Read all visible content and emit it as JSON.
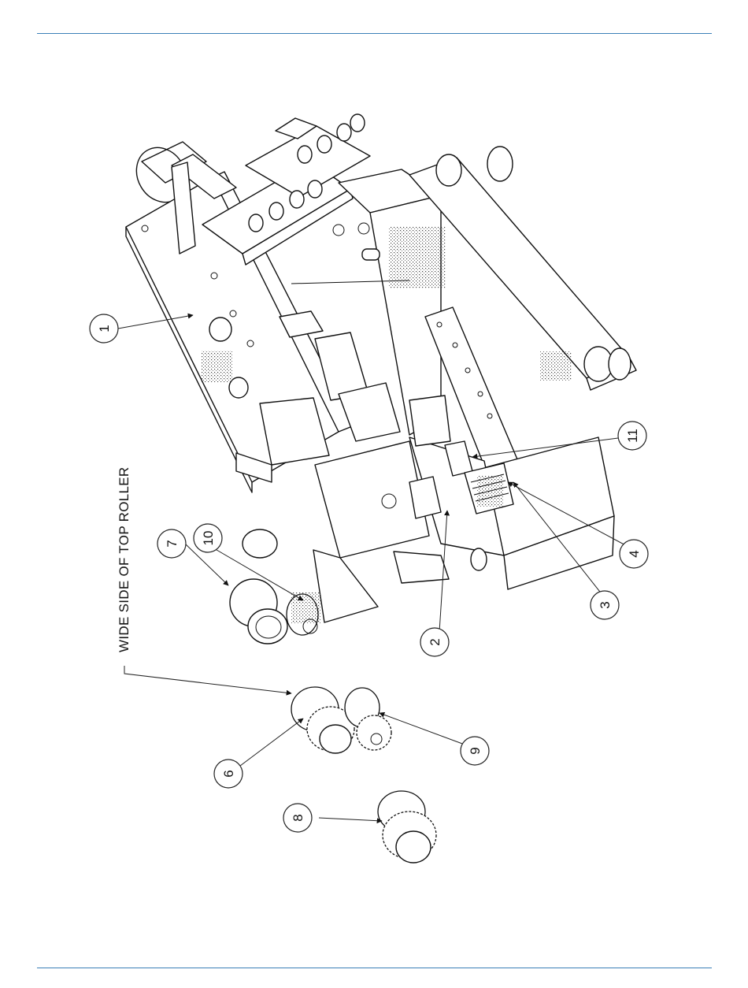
{
  "diagram": {
    "side_label": "WIDE SIDE OF TOP ROLLER",
    "callouts": [
      {
        "id": "c1",
        "number": "1"
      },
      {
        "id": "c2",
        "number": "2"
      },
      {
        "id": "c3",
        "number": "3"
      },
      {
        "id": "c4",
        "number": "4"
      },
      {
        "id": "c6",
        "number": "6"
      },
      {
        "id": "c7",
        "number": "7"
      },
      {
        "id": "c8",
        "number": "8"
      },
      {
        "id": "c9",
        "number": "9"
      },
      {
        "id": "c10",
        "number": "10"
      },
      {
        "id": "c11",
        "number": "11"
      }
    ]
  },
  "colors": {
    "rule": "#3b7fb8",
    "line": "#111111"
  }
}
